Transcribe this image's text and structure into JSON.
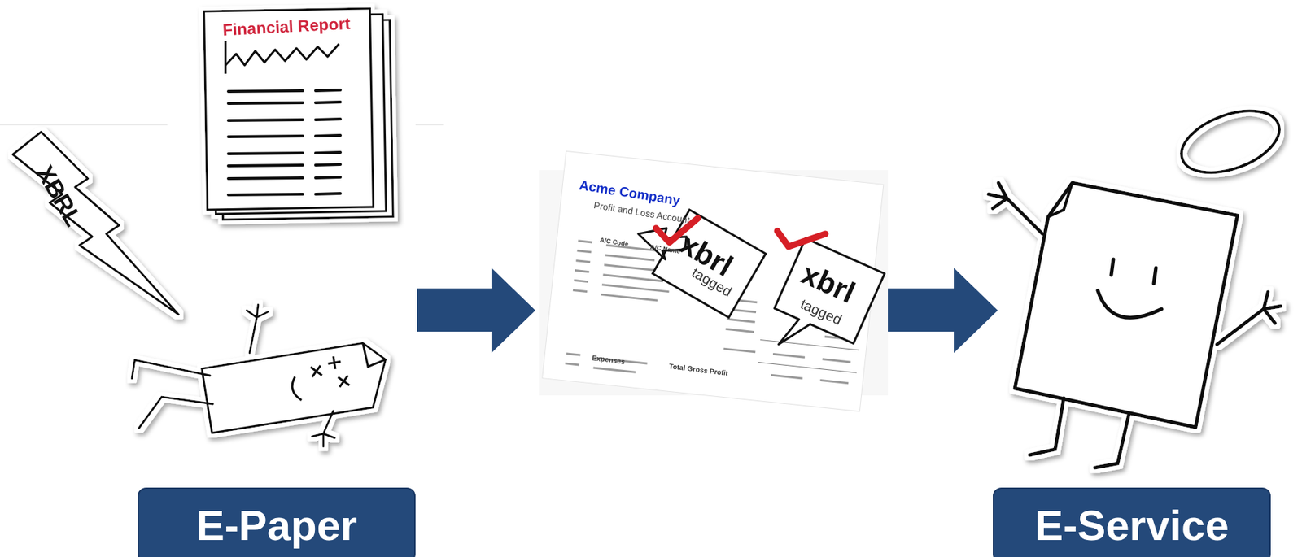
{
  "diagram": {
    "nodes": [
      {
        "text": [
          "E-Paper"
        ]
      },
      {
        "text": [
          "E-Service"
        ]
      }
    ],
    "labels": [
      "Financial Report",
      "XBRL",
      "Acme Company",
      "Profit and Loss Account",
      "A/C Code",
      "A/C Name",
      "Expenses",
      "Total Gross Profit",
      "xbrl",
      "tagged",
      "xbrl",
      "tagged"
    ]
  }
}
